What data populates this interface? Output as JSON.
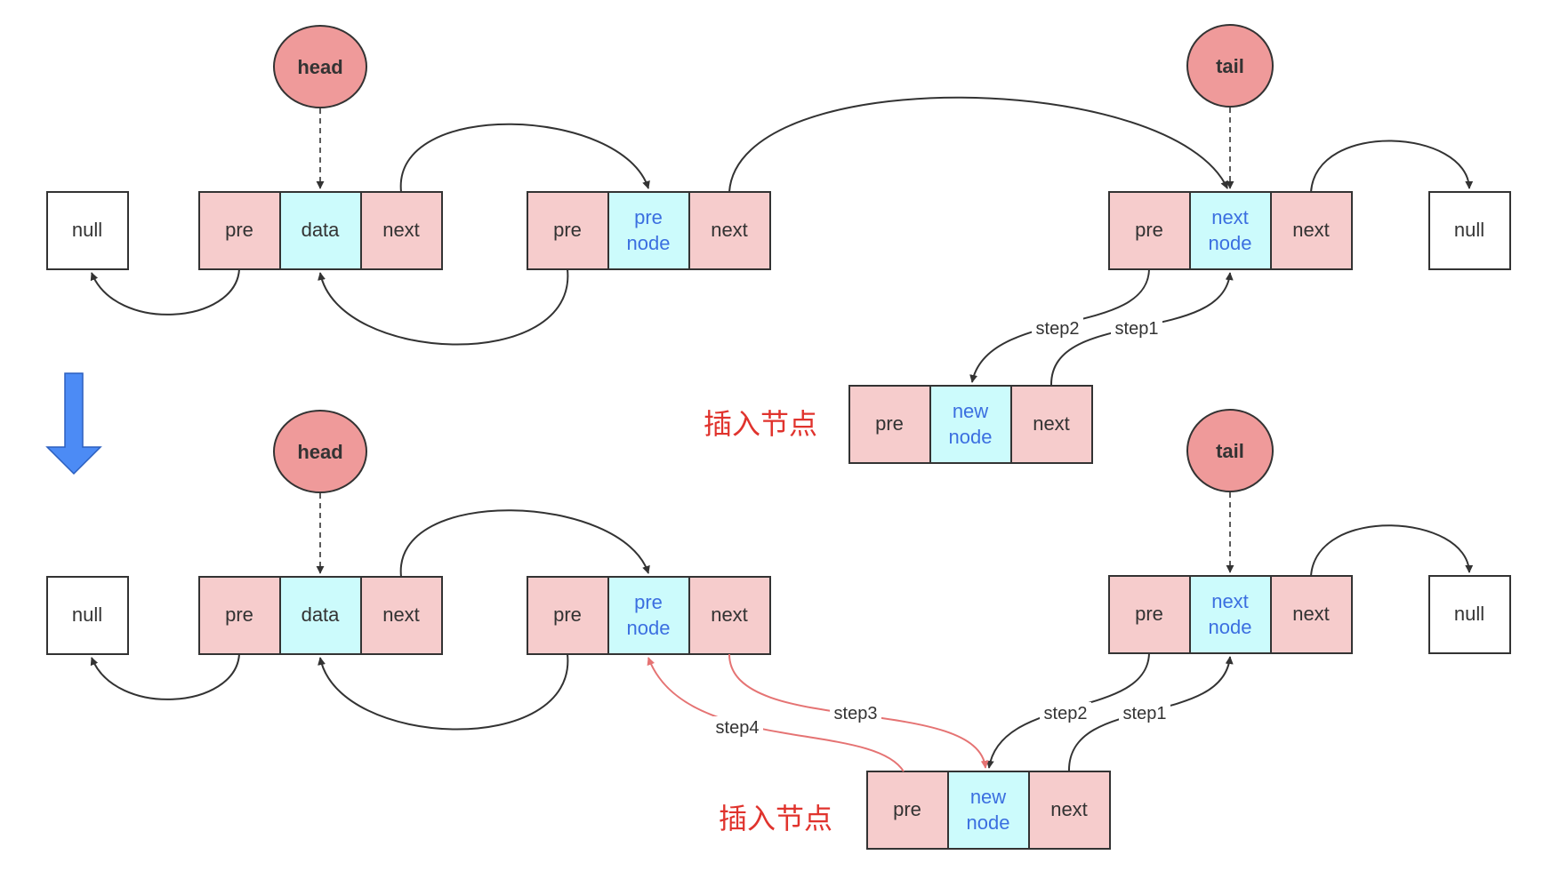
{
  "colors": {
    "pink": "#f6cccc",
    "cyan": "#ccfbfc",
    "white": "#ffffff",
    "circle": "#ef9a9a",
    "stroke": "#333333",
    "blue_text": "#3b6fe0",
    "red": "#e0332d",
    "red_arrow": "#e57373",
    "down_arrow": "#4c8bf5"
  },
  "labels": {
    "null": "null",
    "pre": "pre",
    "data": "data",
    "next": "next",
    "pre_node_1": "pre",
    "pre_node_2": "node",
    "next_node_1": "next",
    "next_node_2": "node",
    "new_node_1": "new",
    "new_node_2": "node",
    "head": "head",
    "tail": "tail",
    "step1": "step1",
    "step2": "step2",
    "step3": "step3",
    "step4": "step4",
    "insert_node": "插入节点"
  },
  "icons": {
    "transition": "arrow-down-icon"
  }
}
